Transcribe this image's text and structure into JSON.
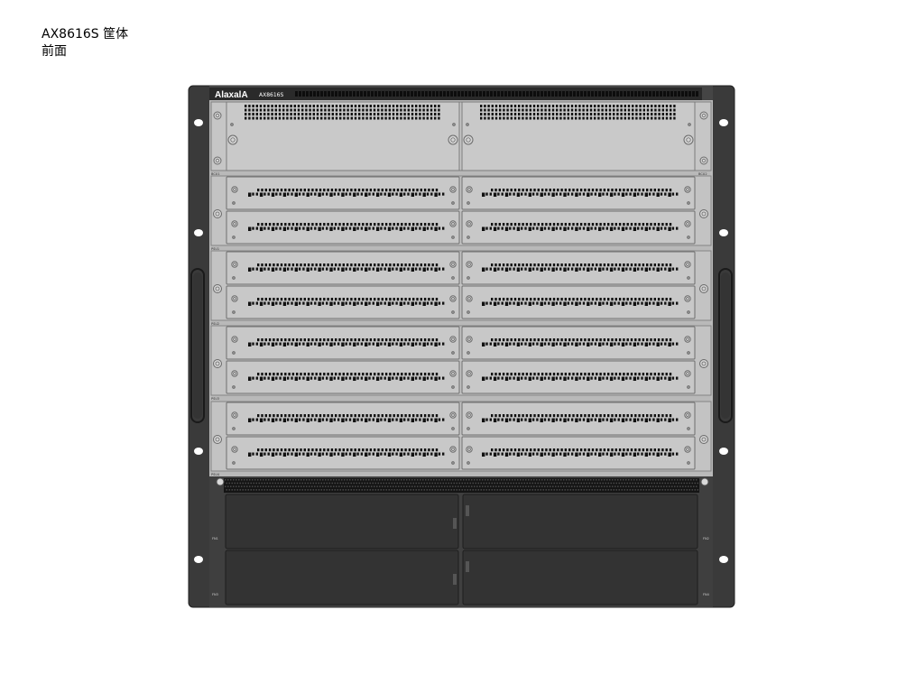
{
  "caption": {
    "line1": "AX8616S 筐体",
    "line2": "前面"
  },
  "chassis": {
    "brand": "AlaxalA",
    "model": "AX8616S",
    "mgmt_labels": [
      "BCU1",
      "BCU2"
    ],
    "psu_rows": [
      {
        "label": "PSU1"
      },
      {
        "label": "PSU2"
      },
      {
        "label": "PSU3"
      },
      {
        "label": "PSU4"
      }
    ],
    "fan_labels": [
      "FN1",
      "FN2",
      "FN3",
      "FN4"
    ]
  },
  "colors": {
    "frame": "#3c3c3c",
    "panel": "#c8c8c8",
    "panel_border": "#7d7d7d",
    "vent": "#111111",
    "fan_area": "#2f2f2f"
  }
}
